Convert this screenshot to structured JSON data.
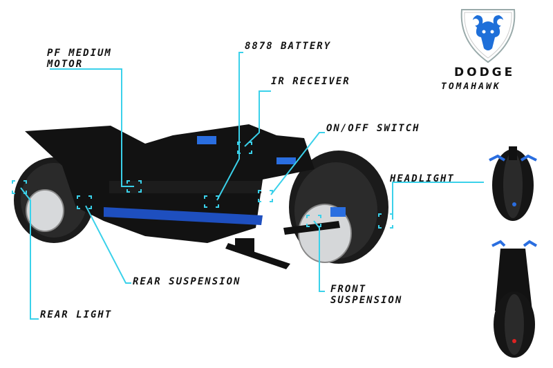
{
  "brand": {
    "logo_icon": "ram-head-shield-icon",
    "name": "DODGE",
    "model": "TOMAHAWK",
    "accent_color": "#1e6fd9"
  },
  "callout_color": "#3ad1ea",
  "callouts": {
    "pf_motor": [
      "PF MEDIUM",
      "MOTOR"
    ],
    "battery": "8878 BATTERY",
    "ir_receiver": "IR RECEIVER",
    "switch": "ON/OFF SWITCH",
    "headlight": "HEADLIGHT",
    "rear_suspension": "REAR SUSPENSION",
    "front_suspension": [
      "FRONT",
      "SUSPENSION"
    ],
    "rear_light": "REAR LIGHT"
  }
}
